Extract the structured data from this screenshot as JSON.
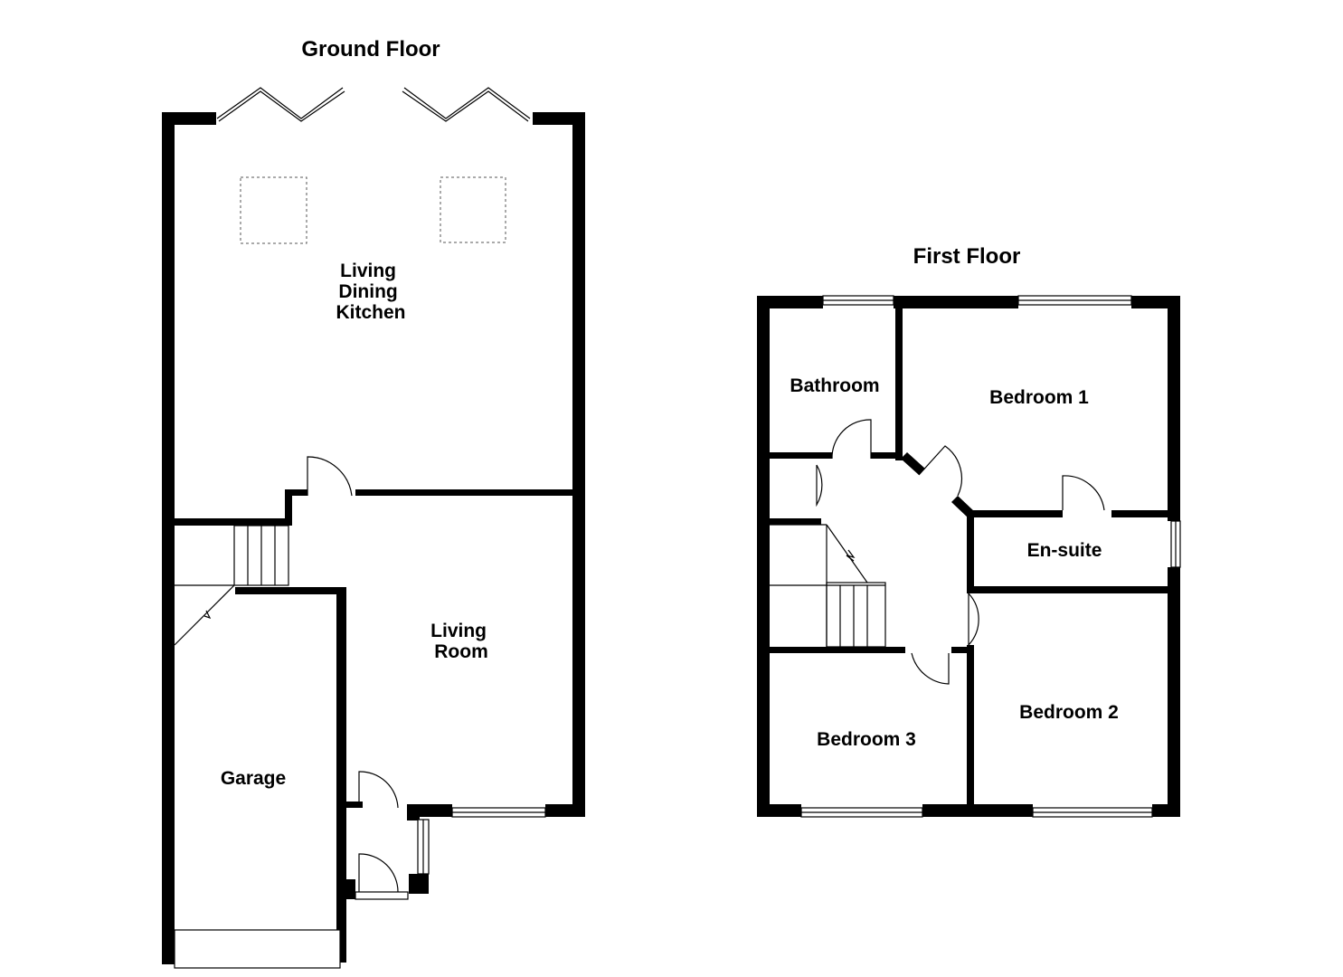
{
  "ground_floor": {
    "title": "Ground Floor",
    "rooms": {
      "living_dining_kitchen": [
        "Living",
        "Dining",
        "Kitchen"
      ],
      "living_room": [
        "Living",
        "Room"
      ],
      "garage": [
        "Garage"
      ]
    }
  },
  "first_floor": {
    "title": "First Floor",
    "rooms": {
      "bathroom": [
        "Bathroom"
      ],
      "bedroom_1": [
        "Bedroom 1"
      ],
      "en_suite": [
        "En-suite"
      ],
      "bedroom_2": [
        "Bedroom 2"
      ],
      "bedroom_3": [
        "Bedroom 3"
      ]
    }
  },
  "colors": {
    "wall": "#000000",
    "background": "#ffffff"
  }
}
